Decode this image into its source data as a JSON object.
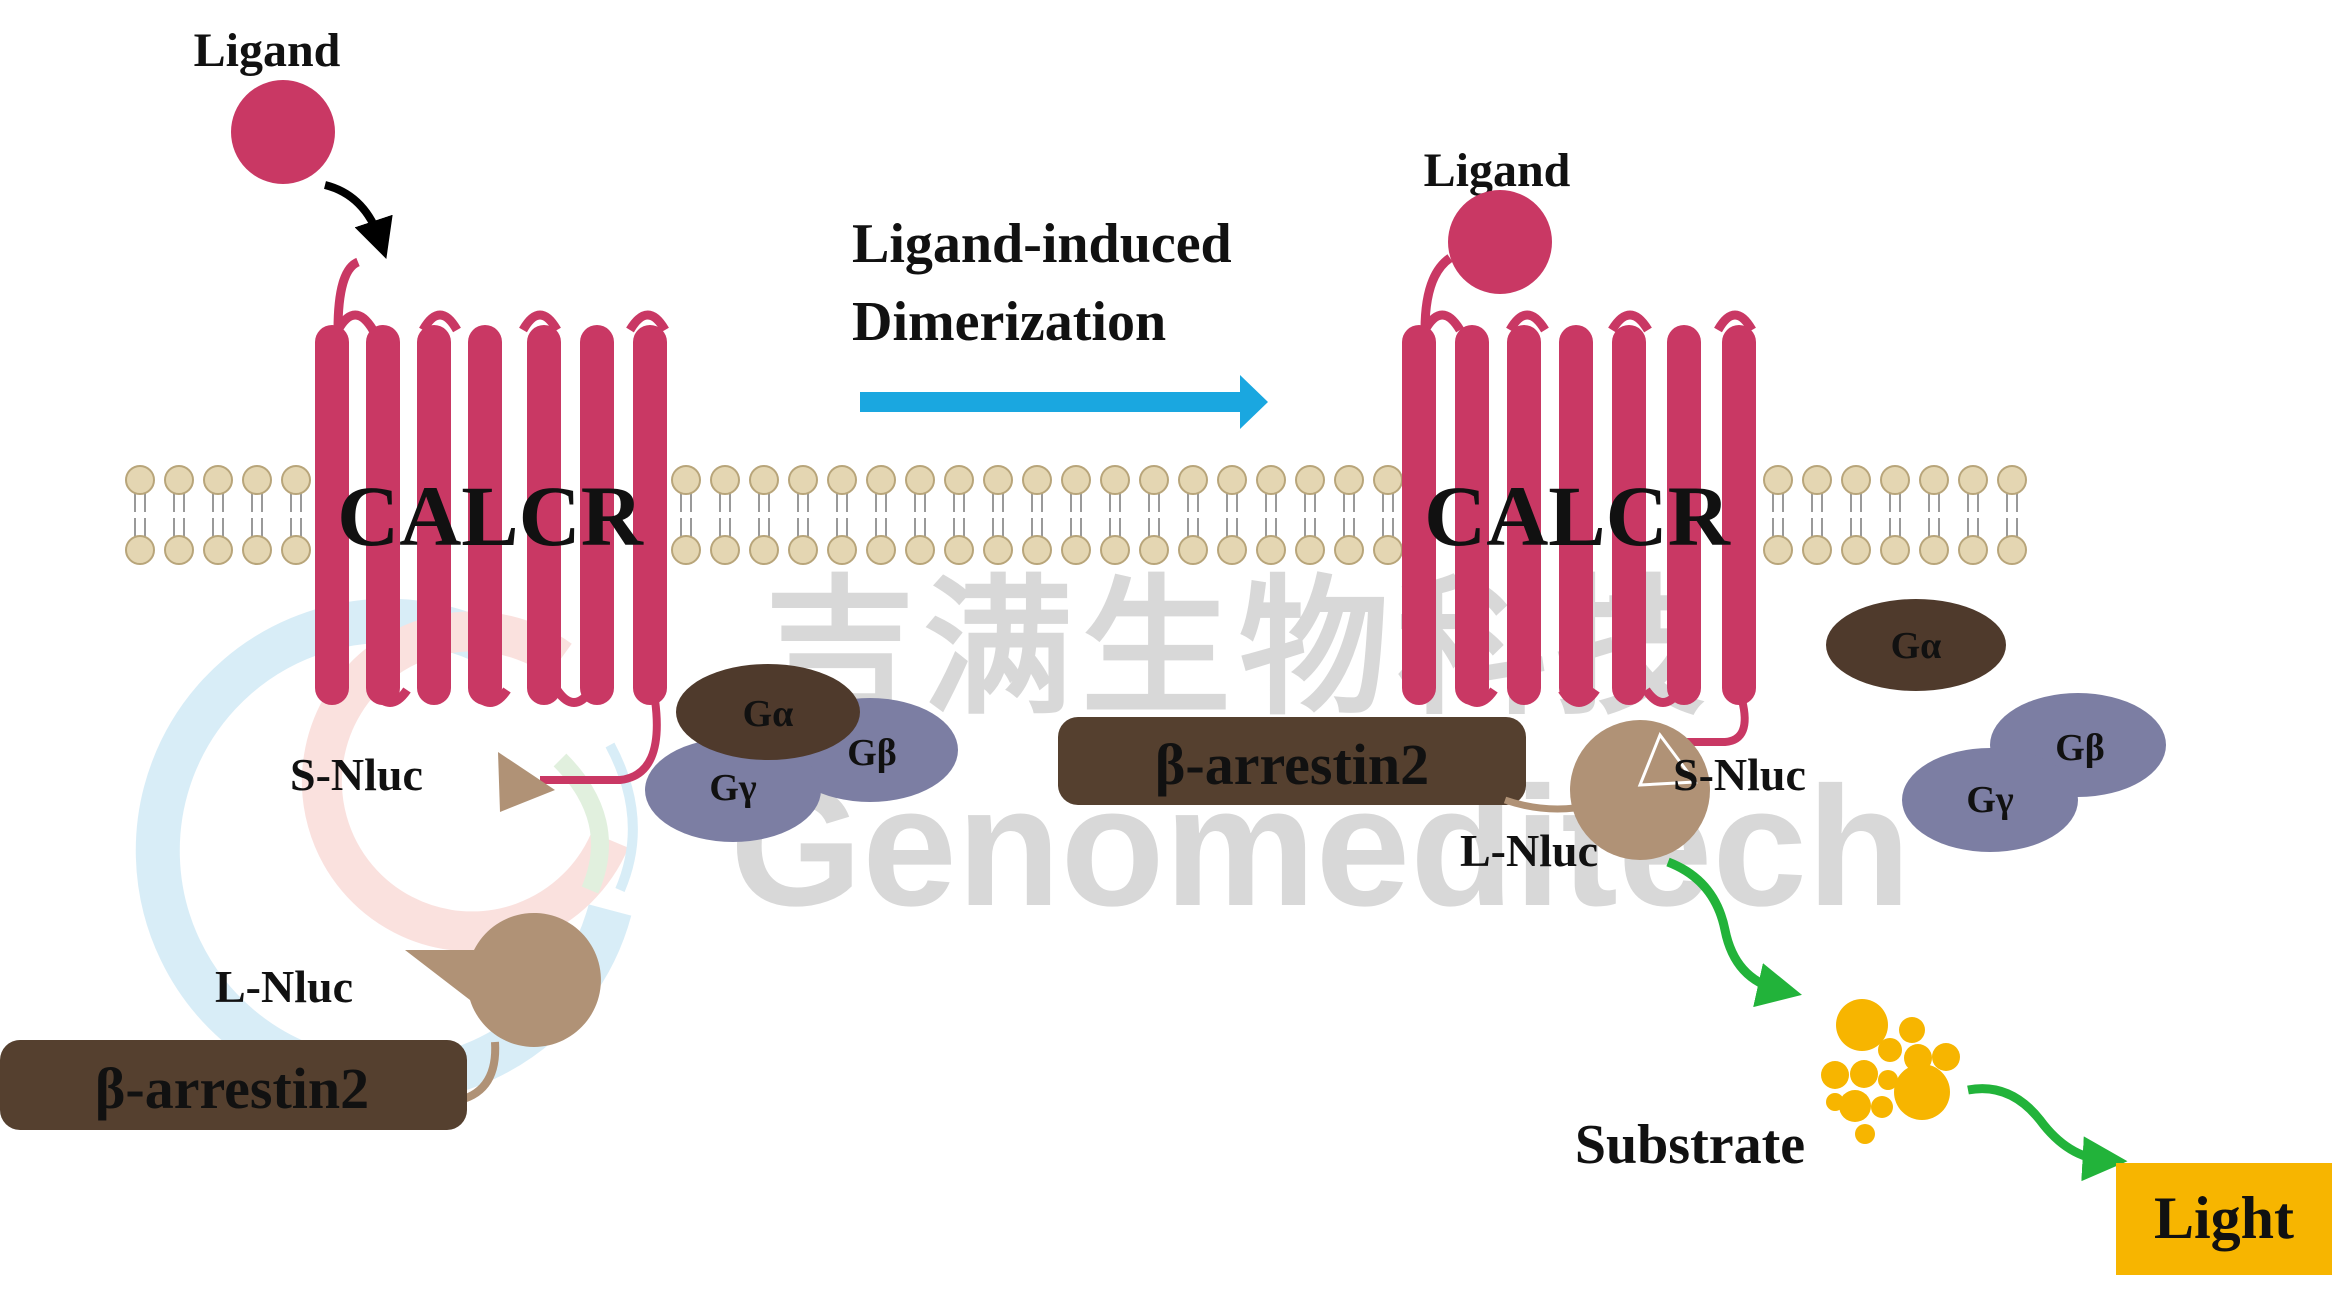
{
  "left_panel": {
    "ligand_label": "Ligand",
    "receptor_label": "CALCR",
    "s_nluc_label": "S-Nluc",
    "l_nluc_label": "L-Nluc",
    "arrestin_label": "β-arrestin2",
    "g_alpha": "Gα",
    "g_beta": "Gβ",
    "g_gamma": "Gγ"
  },
  "transition": {
    "line1": "Ligand-induced",
    "line2": "Dimerization"
  },
  "right_panel": {
    "ligand_label": "Ligand",
    "receptor_label": "CALCR",
    "arrestin_label": "β-arrestin2",
    "s_nluc_label": "S-Nluc",
    "l_nluc_label": "L-Nluc",
    "g_alpha": "Gα",
    "g_beta": "Gβ",
    "g_gamma": "Gγ",
    "substrate_label": "Substrate",
    "light_label": "Light"
  },
  "watermark": {
    "chinese": "吉满生物科技",
    "english": "Genomeditech"
  },
  "colors": {
    "receptor": "#c93864",
    "ligand": "#c93864",
    "membrane_head": "#e4d6b2",
    "membrane_head_stroke": "#b8a57a",
    "arrestin": "#55402f",
    "nluc": "#b09276",
    "g_alpha": "#4f3a2c",
    "g_beta_gamma": "#7c7ea3",
    "arrow_blue": "#1aa7e0",
    "arrow_green": "#22b33a",
    "substrate": "#f7b500",
    "light_box": "#f7b500"
  }
}
